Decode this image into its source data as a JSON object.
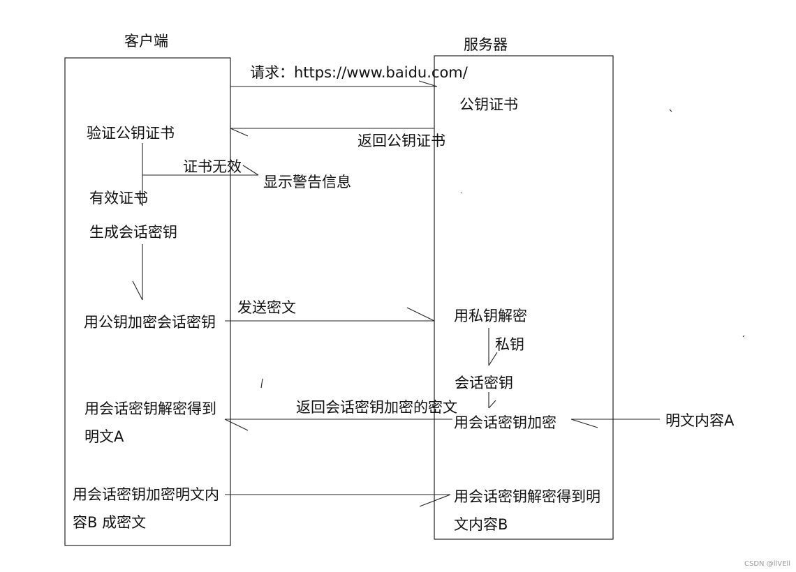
{
  "client": {
    "title": "客户端",
    "verify_cert": "验证公钥证书",
    "valid_cert": "有效证书",
    "gen_session_key": "生成会话密钥",
    "encrypt_session_key": "用公钥加密会话密钥",
    "decrypt_to_plain_a": "用会话密钥解密得到明文A",
    "encrypt_plain_b": "用会话密钥加密明文内容B 成密文"
  },
  "server": {
    "title": "服务器",
    "public_cert": "公钥证书",
    "private_decrypt": "用私钥解密",
    "private_key": "私钥",
    "session_key": "会话密钥",
    "session_encrypt": "用会话密钥加密",
    "session_decrypt_b": "用会话密钥解密得到明文内容B"
  },
  "messages": {
    "request": "请求：https://www.baidu.com/",
    "return_cert": "返回公钥证书",
    "cert_invalid": "证书无效",
    "show_warning": "显示警告信息",
    "send_ciphertext": "发送密文",
    "return_session_cipher": "返回会话密钥加密的密文"
  },
  "external": {
    "plaintext_a": "明文内容A"
  },
  "watermark": "CSDN @llVEll"
}
